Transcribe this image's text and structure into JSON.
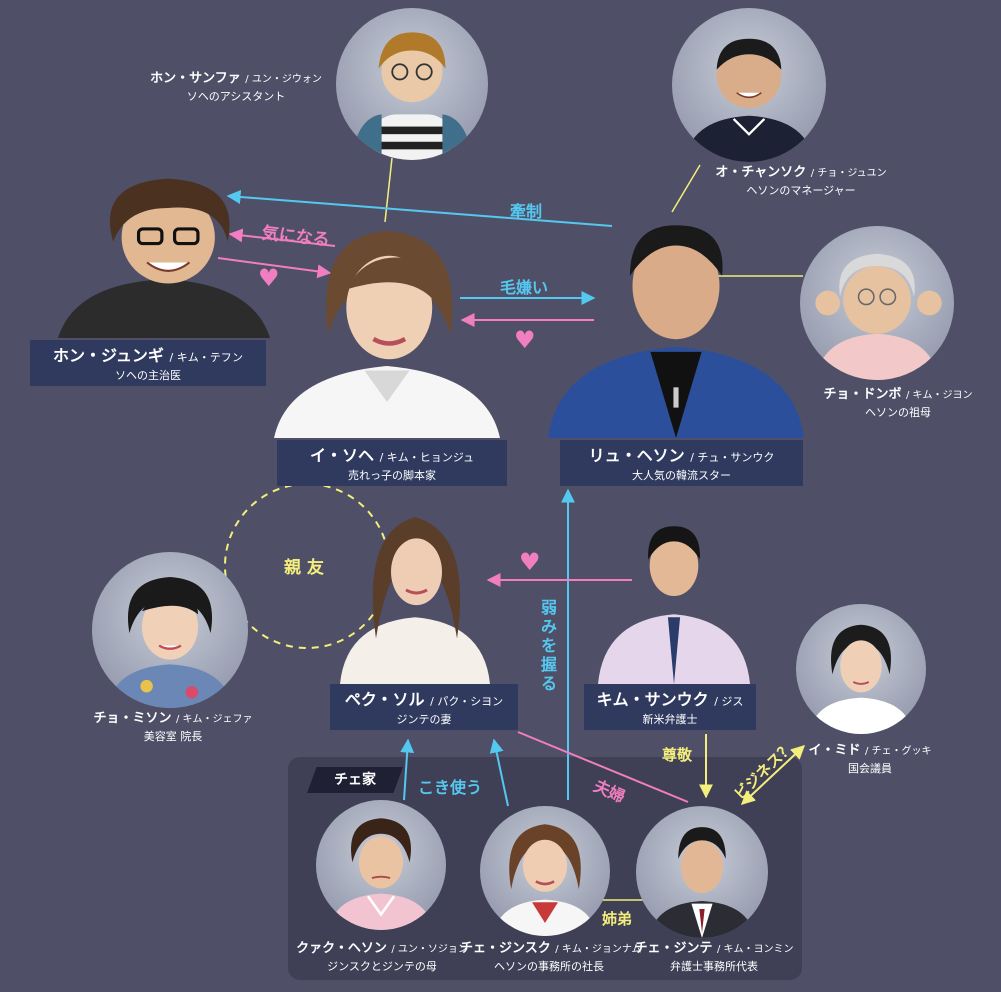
{
  "family": {
    "label": "チェ家"
  },
  "people": {
    "sanfa": {
      "name": "ホン・サンファ",
      "actor": "/ ユン・ジウォン",
      "role": "ソヘのアシスタント"
    },
    "chansok": {
      "name": "オ・チャンソク",
      "actor": "/ チョ・ジュユン",
      "role": "ヘソンのマネージャー"
    },
    "jungi": {
      "name": "ホン・ジュンギ",
      "actor": "/ キム・テフン",
      "role": "ソヘの主治医"
    },
    "sohe": {
      "name": "イ・ソヘ",
      "actor": "/ キム・ヒョンジュ",
      "role": "売れっ子の脚本家"
    },
    "heson": {
      "name": "リュ・ヘソン",
      "actor": "/ チュ・サンウク",
      "role": "大人気の韓流スター"
    },
    "dongbo": {
      "name": "チョ・ドンボ",
      "actor": "/ キム・ジヨン",
      "role": "ヘソンの祖母"
    },
    "misun": {
      "name": "チョ・ミソン",
      "actor": "/ キム・ジェファ",
      "role": "美容室 院長"
    },
    "sol": {
      "name": "ペク・ソル",
      "actor": "/ パク・シヨン",
      "role": "ジンテの妻"
    },
    "sanuk": {
      "name": "キム・サンウク",
      "actor": "/ ジス",
      "role": "新米弁護士"
    },
    "mido": {
      "name": "イ・ミド",
      "actor": "/ チェ・グッキ",
      "role": "国会議員"
    },
    "hesun": {
      "name": "クァク・ヘソン",
      "actor": "/ ユン・ソジョン",
      "role": "ジンスクとジンテの母"
    },
    "jinsuk": {
      "name": "チェ・ジンスク",
      "actor": "/ キム・ジョンナム",
      "role": "ヘソンの事務所の社長"
    },
    "jinte": {
      "name": "チェ・ジンテ",
      "actor": "/ キム・ヨンミン",
      "role": "弁護士事務所代表"
    }
  },
  "relations": {
    "kiseisei": "牽制",
    "kininaru": "気になる",
    "kegirai": "毛嫌い",
    "shinyu": "親 友",
    "yowami": "弱みを握る",
    "kokitsukau": "こき使う",
    "fufu": "夫婦",
    "sonkei": "尊敬",
    "business": "ビジネス？",
    "shitei": "姉弟"
  },
  "colors": {
    "background": "#4f5068",
    "name_box": "#2f3a5e",
    "cyan": "#55c8f0",
    "pink": "#f07ec0",
    "yellow": "#f4ee7c"
  }
}
